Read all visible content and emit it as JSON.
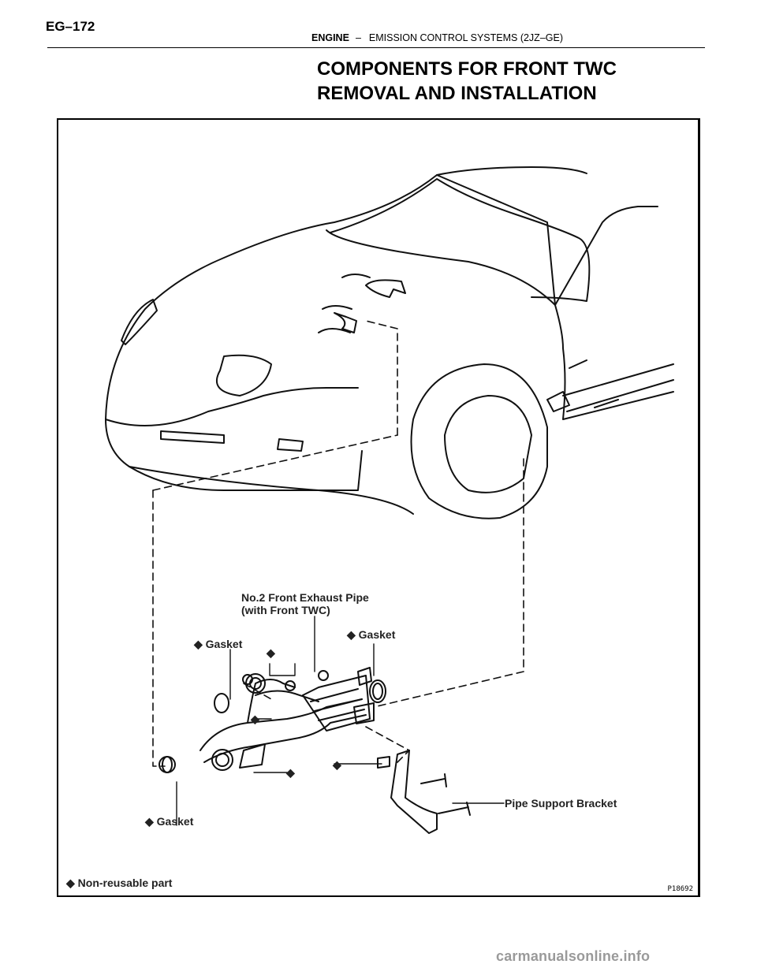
{
  "header": {
    "page_number": "EG–172",
    "section": "ENGINE",
    "separator": "–",
    "subsection": "EMISSION CONTROL SYSTEMS (2JZ–GE)"
  },
  "title": {
    "line1": "COMPONENTS FOR FRONT TWC",
    "line2": "REMOVAL AND INSTALLATION"
  },
  "figure": {
    "labels": {
      "pipe_line1": "No.2 Front Exhaust Pipe",
      "pipe_line2": "(with Front TWC)",
      "gasket_left": "Gasket",
      "gasket_right": "Gasket",
      "gasket_bottom": "Gasket",
      "bracket": "Pipe Support Bracket",
      "legend": "Non-reusable part"
    },
    "figure_id": "P18692",
    "marker_glyph": "◆"
  },
  "watermark": "carmanualsonline.info"
}
